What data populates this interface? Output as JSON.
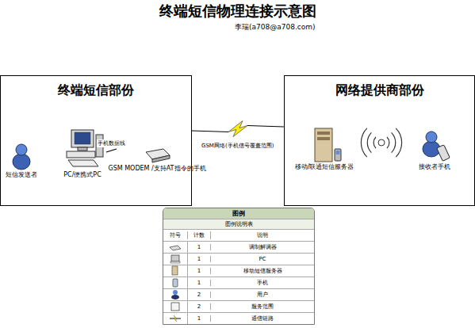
{
  "diagram": {
    "title": "终端短信物理连接示意图",
    "nodes": [
      {
        "text": [
          "终端短信部份"
        ]
      },
      {
        "text": [
          "短信发送者"
        ],
        "in": 0
      },
      {
        "text": [
          "PC/便携式PC"
        ],
        "in": 0
      },
      {
        "text": [
          "GSM MODEM /支持AT指令的手机"
        ],
        "in": 0
      },
      {
        "text": [
          "网络提供商部份"
        ]
      },
      {
        "text": [
          "移动/联通短信服务器"
        ],
        "in": 4
      },
      {
        "text": [
          "接收者手机"
        ],
        "in": 4
      }
    ],
    "edges": [
      {
        "from": 2,
        "to": 3,
        "label": "手机数据线",
        "arrow": "none"
      },
      {
        "from": 0,
        "to": 4,
        "label": "GSM网络(手机信号覆盖范围)",
        "arrow": "none"
      }
    ],
    "labels": [
      "李瑞(a708@a708.com)",
      "图例",
      "图例说明表",
      "符号",
      "计数",
      "说明",
      "1",
      "1",
      "1",
      "1",
      "2",
      "2",
      "1"
    ],
    "legend": [
      {
        "text": "调制解调器"
      },
      {
        "text": "PC"
      },
      {
        "text": "移动短信服务器"
      },
      {
        "text": "手机"
      },
      {
        "text": "用户"
      },
      {
        "text": "服务范围"
      },
      {
        "text": "通信链路"
      }
    ]
  }
}
